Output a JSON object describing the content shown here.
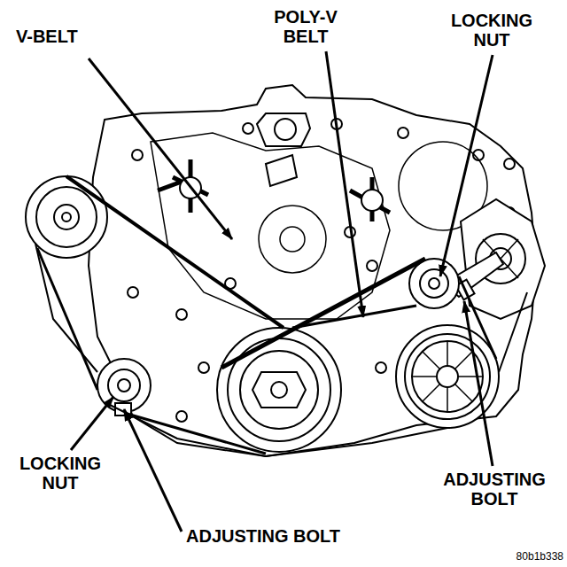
{
  "diagram": {
    "labels": [
      "V-BELT",
      "POLY-V BELT",
      "LOCKING NUT",
      "LOCKING NUT",
      "ADJUSTING BOLT",
      "ADJUSTING BOLT",
      "80b1b338"
    ]
  }
}
